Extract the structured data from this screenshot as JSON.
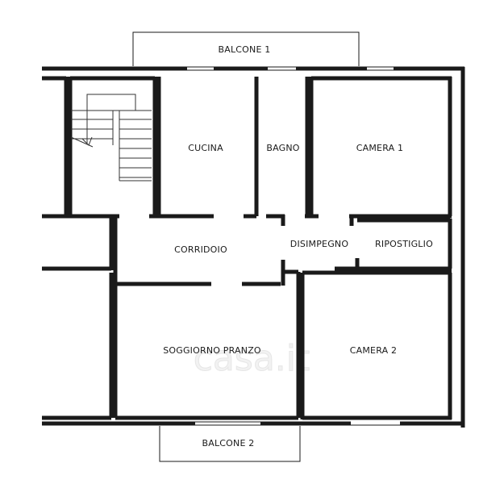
{
  "rooms": {
    "balcone1": "BALCONE 1",
    "balcone2": "BALCONE 2",
    "cucina": "CUCINA",
    "bagno": "BAGNO",
    "camera1": "CAMERA 1",
    "corridoio": "CORRIDOIO",
    "disimpegno": "DISIMPEGNO",
    "ripostiglio": "RIPOSTIGLIO",
    "soggiorno": "SOGGIORNO PRANZO",
    "camera2": "CAMERA 2"
  },
  "watermark": "casa.it"
}
